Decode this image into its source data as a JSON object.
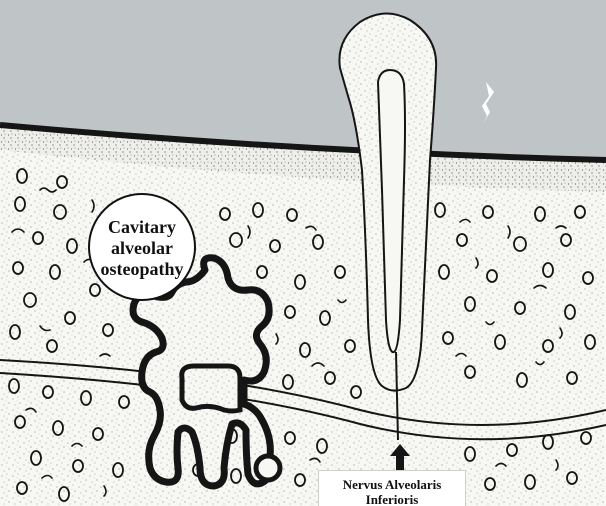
{
  "colors": {
    "background_gray": "#bfc4c6",
    "speckle_bg": "#f7f7f4",
    "ink": "#151515"
  },
  "labels": {
    "lesion_line1": "Cavitary",
    "lesion_line2": "alveolar",
    "lesion_line3": "osteopathy",
    "nerve_line1": "Nervus Alveolaris",
    "nerve_line2": "Inferioris"
  },
  "icons": {
    "arrow": "up-arrow-icon"
  }
}
